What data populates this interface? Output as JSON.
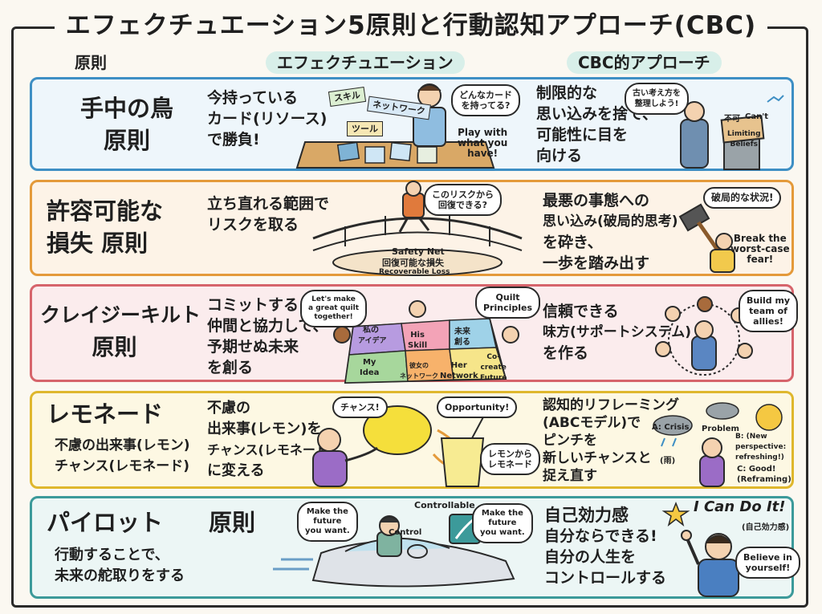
{
  "title": "エフェクチュエーション5原則と行動認知アプローチ(CBC)",
  "headers": {
    "principle": "原則",
    "effectuation": "エフェクチュエーション",
    "cbc": "CBC的アプローチ"
  },
  "rows": [
    {
      "name_lines": [
        "手中の鳥",
        "原則"
      ],
      "effect_lines": [
        "今持っている",
        "カード(リソース)",
        "で勝負!"
      ],
      "cbc_lines": [
        "制限的な",
        "思い込みを捨て、",
        "可能性に目を",
        "向ける"
      ],
      "bubbles": {
        "b1": "どんなカード\nを持ってる?",
        "b2": "Play with\nwhat you\nhave!",
        "b3": "古い考え方を\n整理しよう!"
      },
      "labels": {
        "l1": "スキル",
        "l2": "ネットワーク",
        "l3": "ツール",
        "l4": "不可",
        "l5": "Can't",
        "l6": "Limiting\nBeliefs"
      }
    },
    {
      "name_lines": [
        "許容可能な",
        "損失 原則"
      ],
      "effect_lines": [
        "立ち直れる範囲で",
        "リスクを取る"
      ],
      "cbc_lines": [
        "最悪の事態への",
        "思い込み(破局的思考)",
        "を砕き、",
        "一歩を踏み出す"
      ],
      "bubbles": {
        "b1": "このリスクから\n回復できる?",
        "b2": "破局的な状況!",
        "b3": "Break the\nworst-case\nfear!"
      },
      "labels": {
        "l1": "Safety Net",
        "l2": "回復可能な損失",
        "l3": "Recoverable Loss"
      }
    },
    {
      "name_lines": [
        "クレイジーキルト",
        "原則"
      ],
      "effect_lines": [
        "コミットする",
        "仲間と協力して、",
        "予期せぬ未来",
        "を創る"
      ],
      "cbc_lines": [
        "信頼できる",
        "味方(サポートシステム)",
        "を作る"
      ],
      "bubbles": {
        "b1": "Let's make\na great quilt\ntogether!",
        "b2": "Quilt\nPrinciples",
        "b3": "Build my\nteam of\nallies!"
      },
      "labels": {
        "l1": "私の",
        "l2": "アイデア",
        "l3": "His\nSkill",
        "l4": "未来\n創る",
        "l5": "創る",
        "l6": "My\nIdea",
        "l7": "彼女の\nネットワーク",
        "l8": "Her\nNetwork",
        "l9": "Co-\ncreate\nFuture"
      }
    },
    {
      "name_lines": [
        "レモネード"
      ],
      "name_sub_lines": [
        "不慮の出来事(レモン)",
        "チャンス(レモネード)"
      ],
      "effect_lines": [
        "不慮の",
        "出来事(レモン)を",
        "チャンス(レモネード)",
        "に変える"
      ],
      "cbc_lines": [
        "認知的リフレーミング",
        "(ABCモデル)で",
        "ピンチを",
        "新しいチャンスと",
        "捉え直す"
      ],
      "bubbles": {
        "b1": "チャンス!",
        "b2": "Opportunity!",
        "b3": "レモンから\nレモネード"
      },
      "labels": {
        "l1": "A: Crisis",
        "l2": "Problem",
        "l3": "B: (New\nperspective:\nrefreshing!)",
        "l4": "C: Good!\n(Reframing)",
        "l5": "(雨)"
      }
    },
    {
      "name_lines": [
        "パイロット"
      ],
      "name_extra": "原則",
      "name_sub_lines": [
        "行動することで、",
        "未来の舵取りをする"
      ],
      "cbc_lines": [
        "自己効力感",
        "自分ならできる!",
        "自分の人生を",
        "コントロールする"
      ],
      "bubbles": {
        "b1": "Make the\nfuture\nyou want.",
        "b2": "Make the\nfuture\nyou want.",
        "b3": "Believe in\nyourself!"
      },
      "labels": {
        "l1": "Controllable",
        "l2": "Control",
        "l3": "I Can Do It!",
        "l4": "(自己効力感)"
      }
    }
  ]
}
